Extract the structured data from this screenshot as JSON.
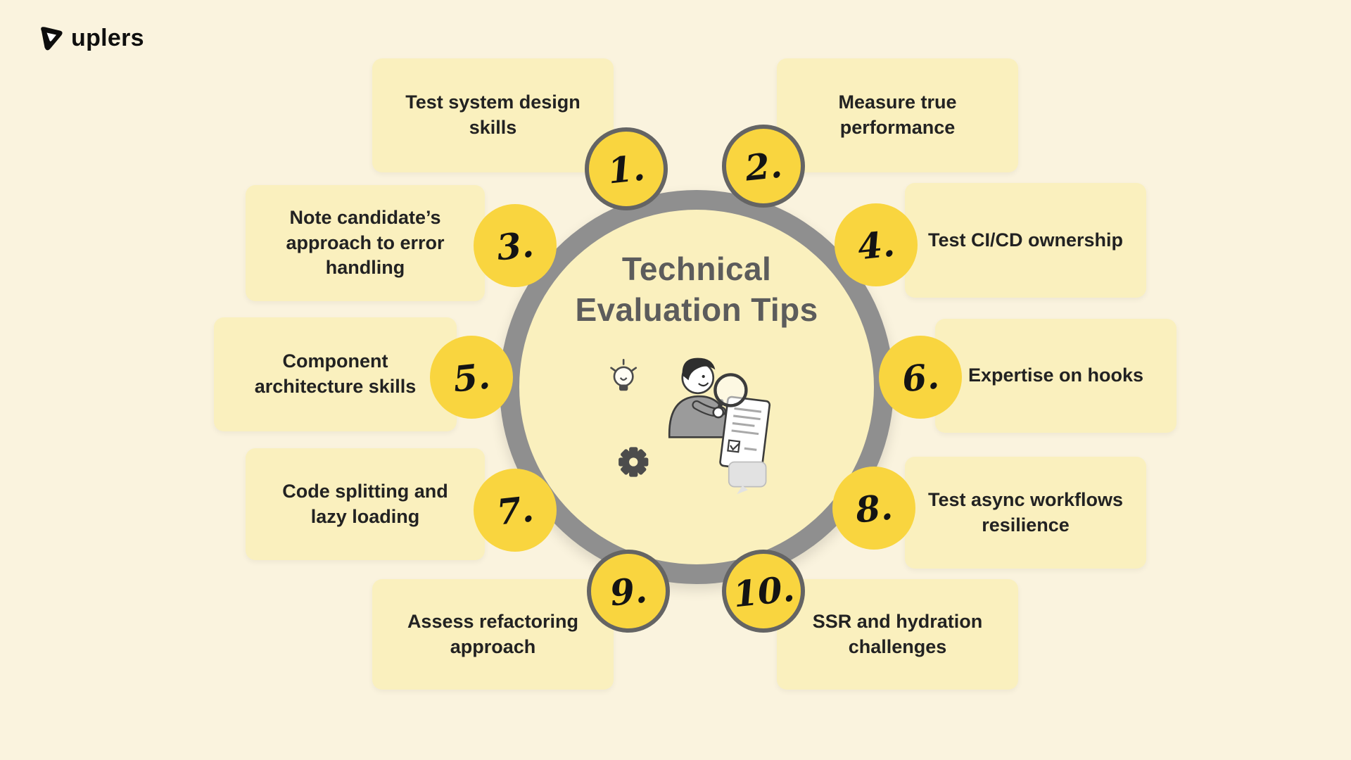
{
  "logo": {
    "brand": "uplers"
  },
  "center": {
    "title_line1": "Technical",
    "title_line2": "Evaluation Tips"
  },
  "tips": [
    {
      "number": "1.",
      "label": "Test system design skills"
    },
    {
      "number": "2.",
      "label": "Measure true performance"
    },
    {
      "number": "3.",
      "label": "Note candidate’s approach to error handling"
    },
    {
      "number": "4.",
      "label": "Test CI/CD ownership"
    },
    {
      "number": "5.",
      "label": "Component architecture skills"
    },
    {
      "number": "6.",
      "label": "Expertise on hooks"
    },
    {
      "number": "7.",
      "label": "Code splitting and lazy loading"
    },
    {
      "number": "8.",
      "label": "Test async workflows resilience"
    },
    {
      "number": "9.",
      "label": "Assess refactoring approach"
    },
    {
      "number": "10.",
      "label": "SSR and hydration challenges"
    }
  ],
  "icons": {
    "logo_icon": "uplers-logo-icon",
    "lightbulb": "lightbulb-icon",
    "magnifier": "magnifier-icon",
    "document": "checklist-document",
    "gear": "gear-icon",
    "speech_bubble": "speech-bubble-icon"
  },
  "colors": {
    "background": "#FAF3DE",
    "card": "#FAF0BE",
    "number_circle": "#F9D53F",
    "ring": "#8F8F8F",
    "title_text": "#5C5C5C",
    "card_text": "#222222"
  }
}
